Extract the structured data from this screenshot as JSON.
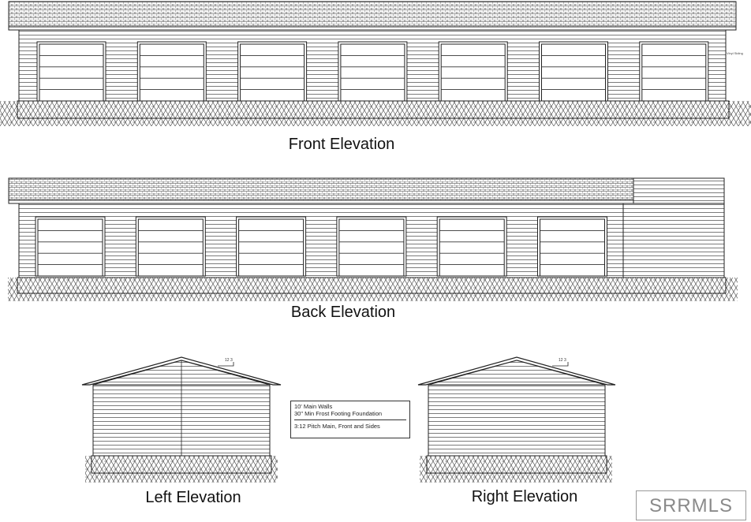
{
  "views": {
    "front": "Front Elevation",
    "back": "Back Elevation",
    "left": "Left Elevation",
    "right": "Right Elevation"
  },
  "notes": {
    "line1": "10' Main Walls",
    "line2": "30\" Min Frost Footing Foundation",
    "line3": "3:12 Pitch Main, Front and Sides"
  },
  "siding_note": "Vinyl Siding",
  "pitch_mark": "12 3",
  "watermark": "SRRMLS",
  "door_counts": {
    "front": 7,
    "back": 6
  },
  "colors": {
    "line": "#222222",
    "background": "#ffffff"
  }
}
